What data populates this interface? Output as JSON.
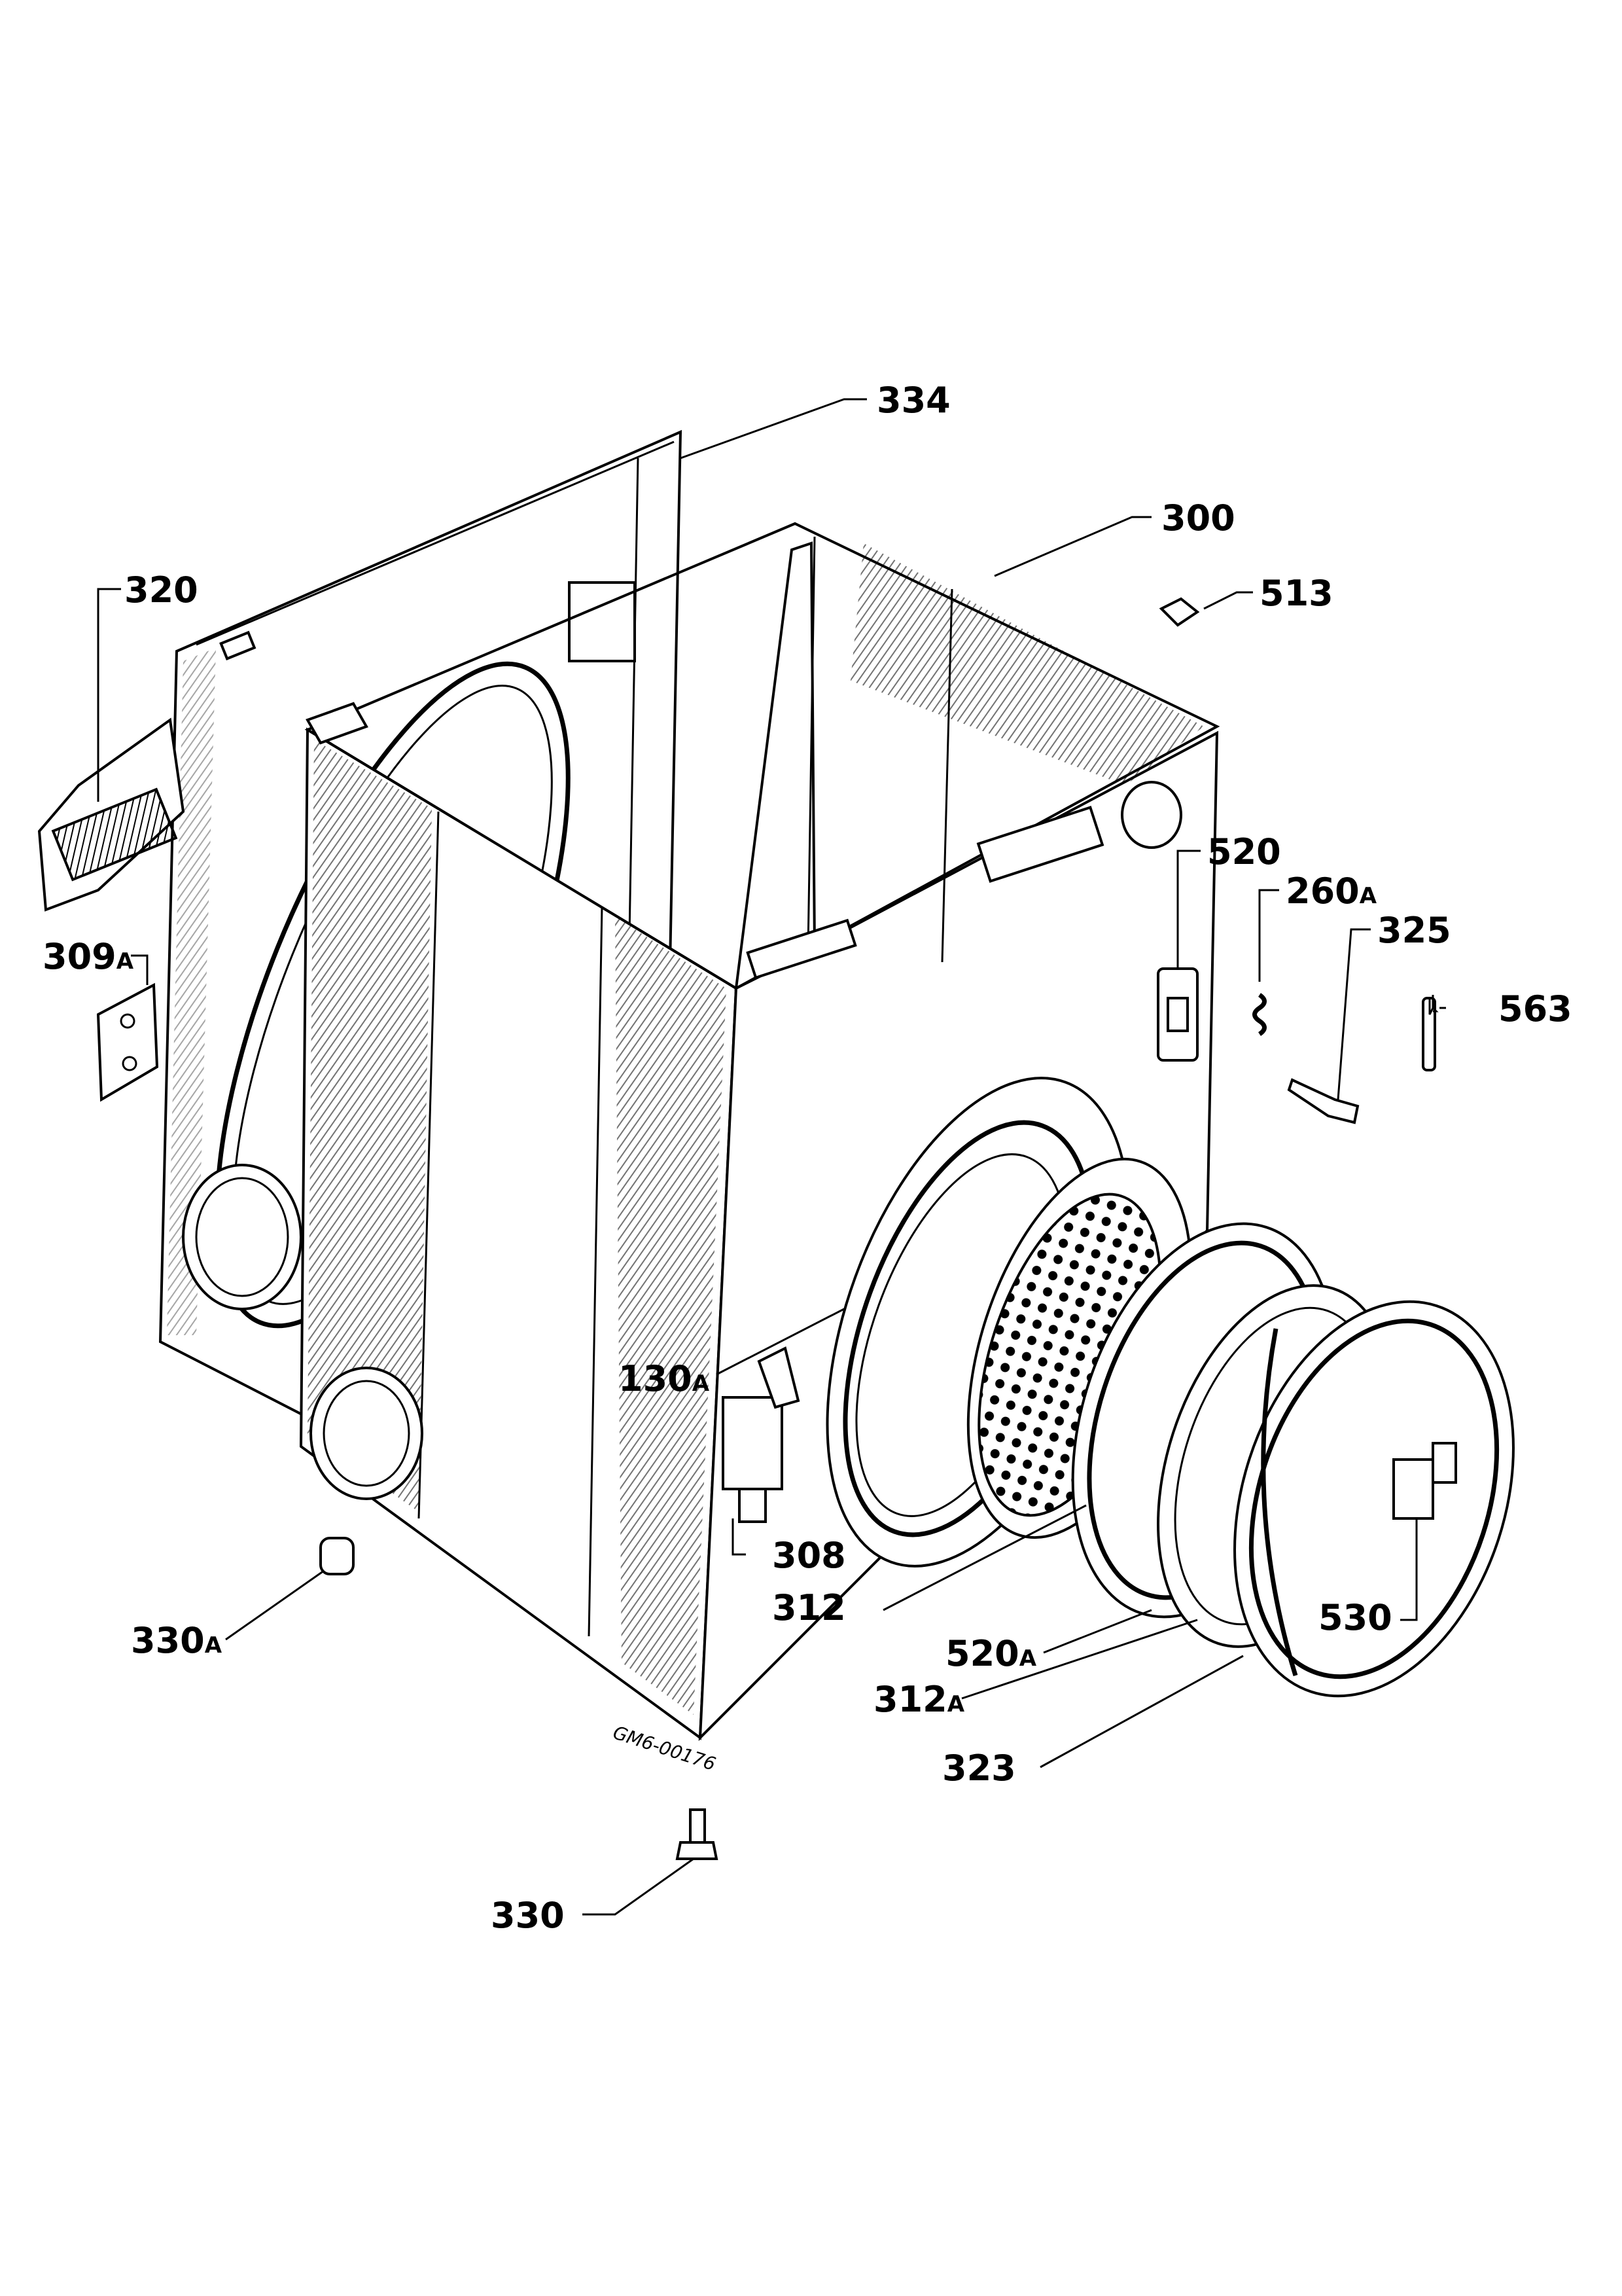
{
  "diagram": {
    "drawing_code": "GM6-00176",
    "colors": {
      "ink": "#000000",
      "paper": "#ffffff"
    },
    "labels": [
      {
        "id": "l334",
        "number": "334"
      },
      {
        "id": "l300",
        "number": "300"
      },
      {
        "id": "l513",
        "number": "513"
      },
      {
        "id": "l320",
        "number": "320"
      },
      {
        "id": "l309a",
        "number": "309",
        "suffix": "A"
      },
      {
        "id": "l520",
        "number": "520"
      },
      {
        "id": "l260a",
        "number": "260",
        "suffix": "A"
      },
      {
        "id": "l325",
        "number": "325"
      },
      {
        "id": "l563",
        "number": "563"
      },
      {
        "id": "l130a",
        "number": "130",
        "suffix": "A"
      },
      {
        "id": "l308",
        "number": "308"
      },
      {
        "id": "l312",
        "number": "312"
      },
      {
        "id": "l530",
        "number": "530"
      },
      {
        "id": "l520a",
        "number": "520",
        "suffix": "A"
      },
      {
        "id": "l312a",
        "number": "312",
        "suffix": "A"
      },
      {
        "id": "l323",
        "number": "323"
      },
      {
        "id": "l330a",
        "number": "330",
        "suffix": "A"
      },
      {
        "id": "l330",
        "number": "330"
      }
    ]
  }
}
